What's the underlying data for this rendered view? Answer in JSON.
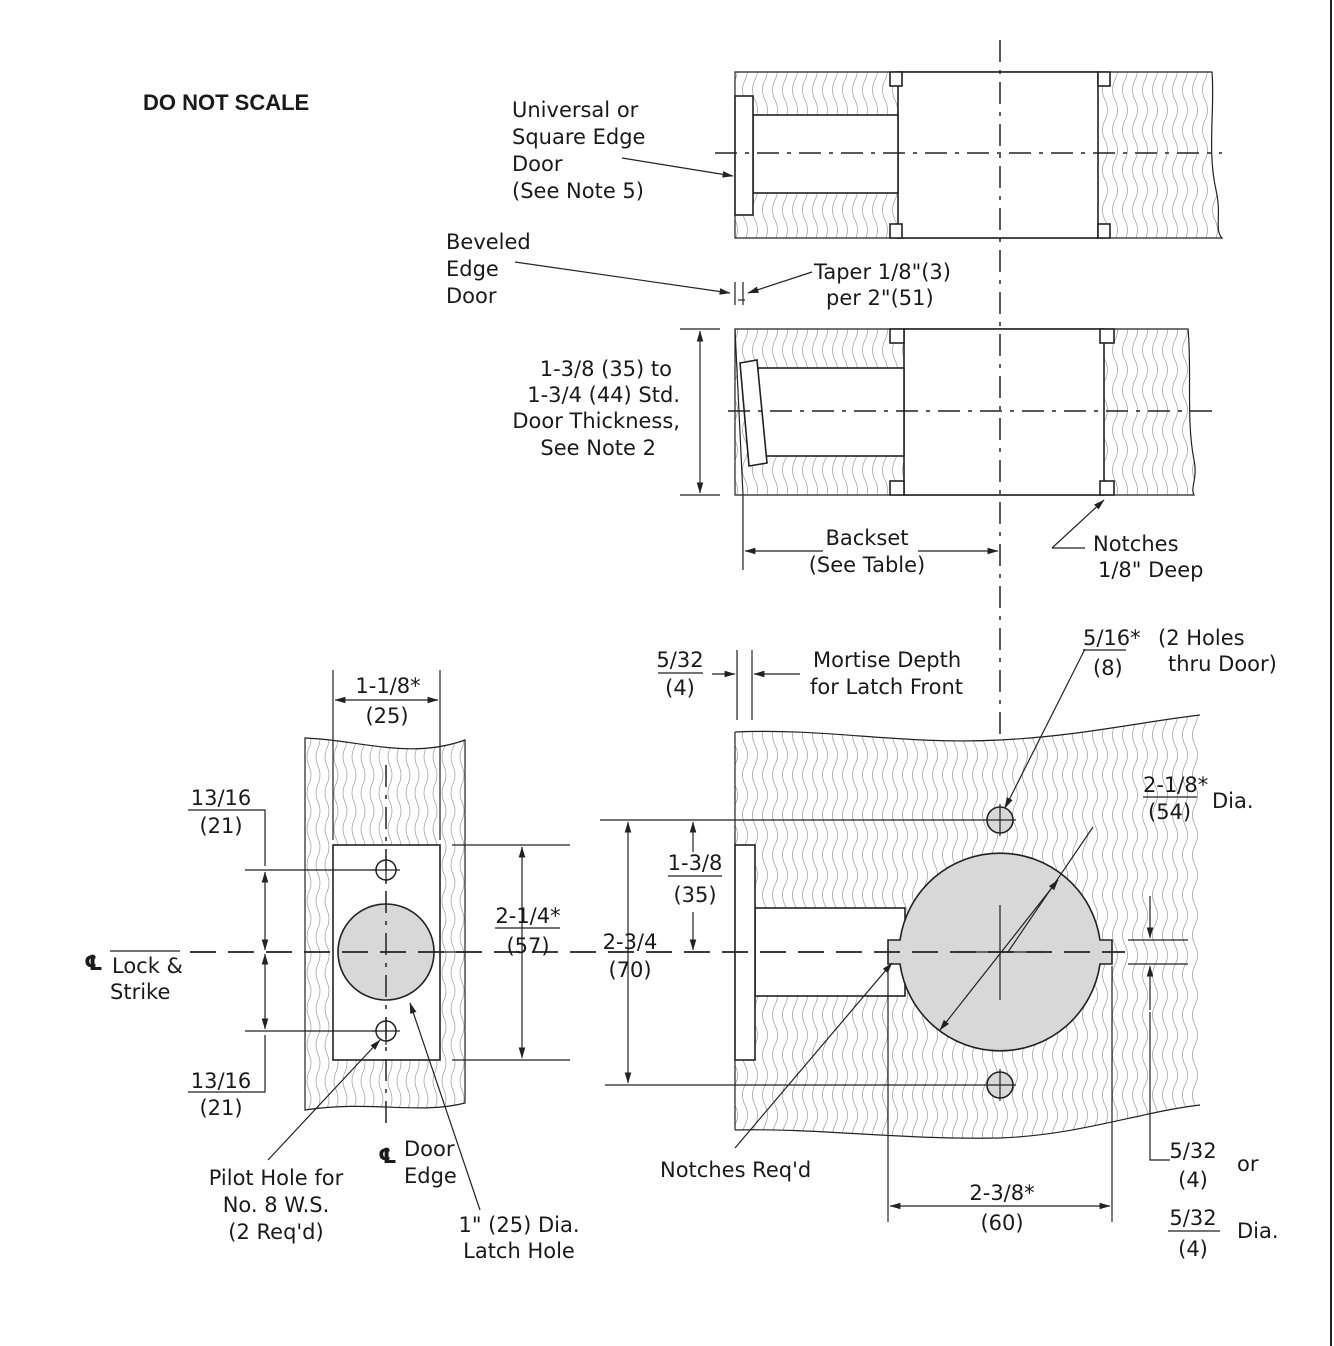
{
  "title": "DO NOT SCALE",
  "callouts": {
    "universal_edge": [
      "Universal or",
      "Square Edge",
      "Door",
      "(See Note 5)"
    ],
    "beveled_edge": [
      "Beveled",
      "Edge",
      "Door"
    ],
    "taper": [
      "Taper 1/8\"(3)",
      "per 2\"(51)"
    ],
    "door_thickness": [
      "1-3/8 (35) to",
      "1-3/4 (44) Std.",
      "Door Thickness,",
      "See Note 2"
    ],
    "backset": [
      "Backset",
      "(See Table)"
    ],
    "notches_deep": [
      "Notches",
      "1/8\" Deep"
    ],
    "mortise_depth": [
      "Mortise Depth",
      "for Latch Front"
    ],
    "through_holes": [
      "(2 Holes",
      "thru Door)"
    ],
    "lock_strike": [
      "Lock &",
      "Strike"
    ],
    "door_edge": [
      "Door",
      "Edge"
    ],
    "pilot_hole": [
      "Pilot Hole for",
      "No. 8 W.S.",
      "(2 Req'd)"
    ],
    "latch_hole": [
      "1\" (25) Dia.",
      "Latch Hole"
    ],
    "notches_reqd": "Notches Req'd",
    "centerline_symbol": "℄",
    "or": "or",
    "dia": "Dia."
  },
  "dimensions": {
    "mortise_5_32": {
      "num": "5/32",
      "den": "(4)"
    },
    "faceplate_width": {
      "num": "1-1/8*",
      "den": "(25)"
    },
    "hole_spacing_top": {
      "num": "13/16",
      "den": "(21)"
    },
    "hole_spacing_bottom": {
      "num": "13/16",
      "den": "(21)"
    },
    "faceplate_height": {
      "num": "2-1/4*",
      "den": "(57)"
    },
    "overall_height": {
      "num": "2-3/4",
      "den": "(70)"
    },
    "hole_offset": {
      "num": "1-3/8",
      "den": "(35)"
    },
    "small_hole": {
      "num": "5/16*",
      "den": "(8)"
    },
    "bore_dia": {
      "num": "2-1/8*",
      "den": "(54)"
    },
    "notch_span": {
      "num": "2-3/8*",
      "den": "(60)"
    },
    "notch_size_a": {
      "num": "5/32",
      "den": "(4)"
    },
    "notch_size_b": {
      "num": "5/32",
      "den": "(4)"
    }
  }
}
